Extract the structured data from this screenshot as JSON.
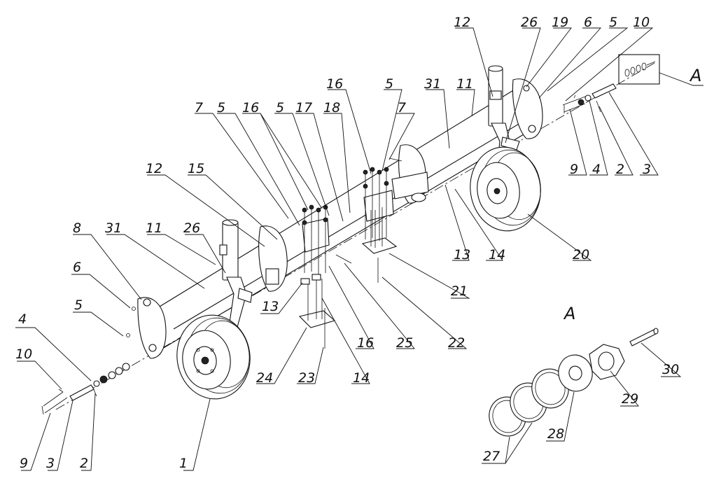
{
  "labels": {
    "l1": "1",
    "l2a": "2",
    "l2b": "2",
    "l3a": "3",
    "l3b": "3",
    "l4a": "4",
    "l4b": "4",
    "l5a": "5",
    "l5b": "5",
    "l5c": "5",
    "l5d": "5",
    "l5e": "5",
    "l6a": "6",
    "l6b": "6",
    "l7a": "7",
    "l7b": "7",
    "l8": "8",
    "l9a": "9",
    "l9b": "9",
    "l10a": "10",
    "l10b": "10",
    "l11a": "11",
    "l11b": "11",
    "l12a": "12",
    "l12b": "12",
    "l13a": "13",
    "l13b": "13",
    "l14a": "14",
    "l14b": "14",
    "l15": "15",
    "l16a": "16",
    "l16b": "16",
    "l16c": "16",
    "l17": "17",
    "l18": "18",
    "l19": "19",
    "l20": "20",
    "l21": "21",
    "l22": "22",
    "l23": "23",
    "l24": "24",
    "l25": "25",
    "l26a": "26",
    "l26b": "26",
    "l27": "27",
    "l28": "28",
    "l29": "29",
    "l30": "30",
    "l31a": "31",
    "l31b": "31",
    "detailA": "A",
    "calloutA": "A"
  }
}
